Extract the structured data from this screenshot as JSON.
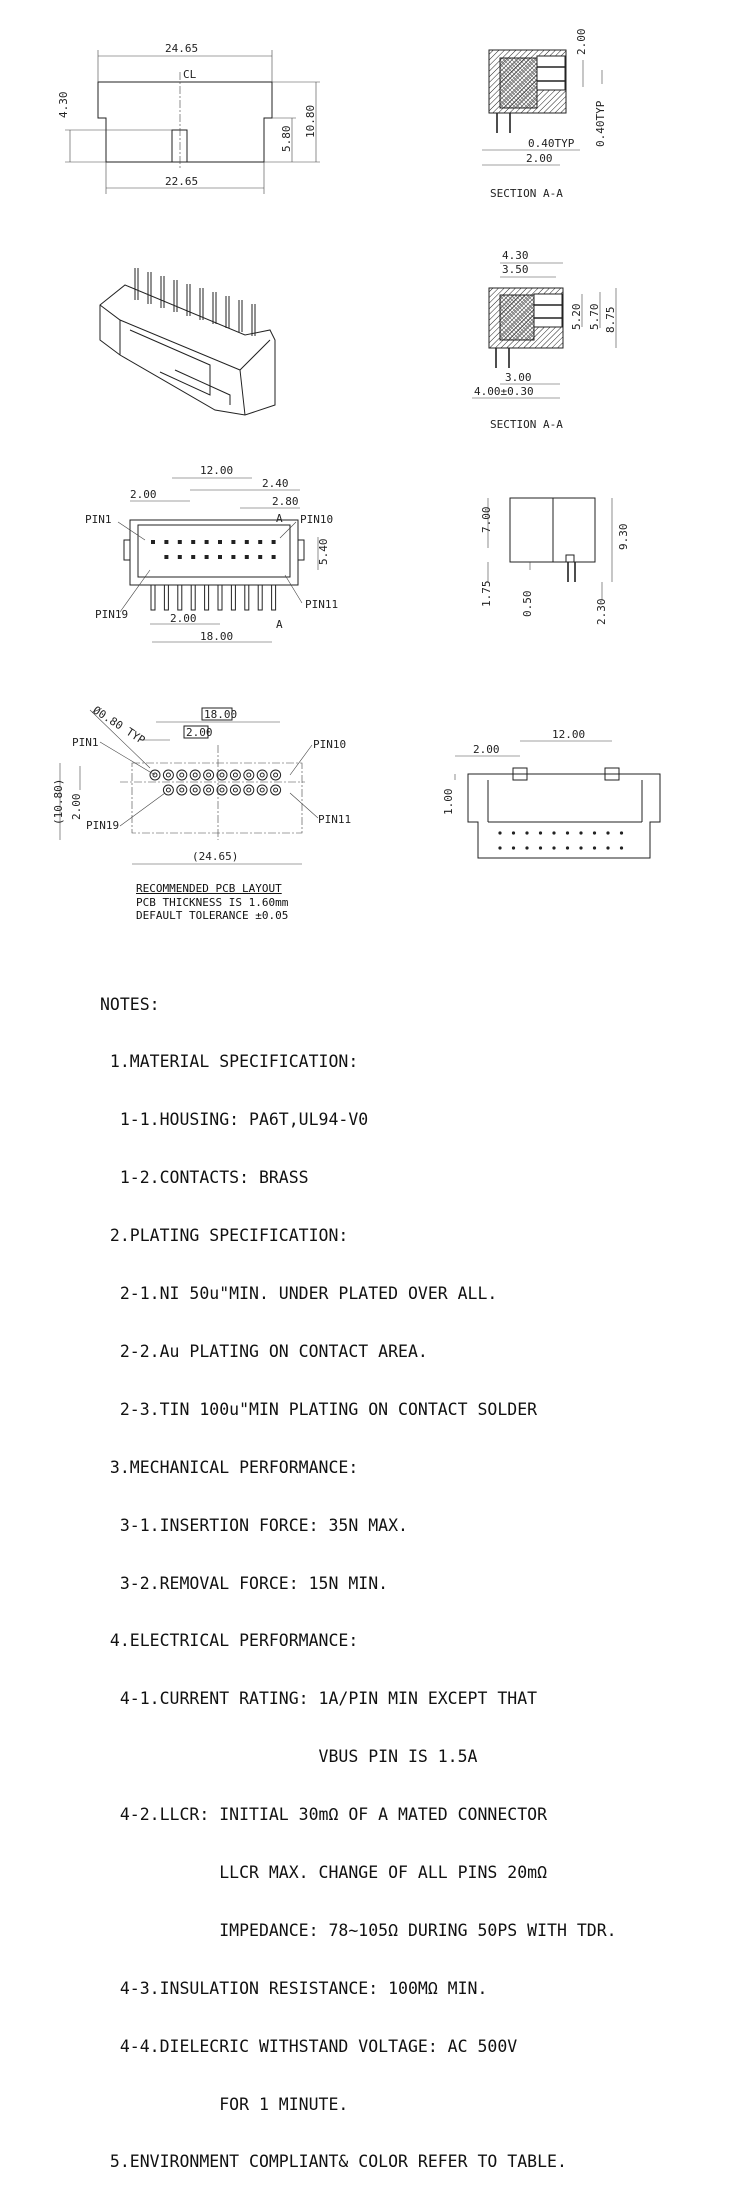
{
  "front_view": {
    "width_top": "24.65",
    "width_bottom": "22.65",
    "centerline": "CL",
    "h_left": "4.30",
    "h_slot": "5.80",
    "h_total": "10.80"
  },
  "section_1": {
    "d_pitch_v": "2.00",
    "d_pin_v": "0.40TYP",
    "d_pin_h": "0.40TYP",
    "d_pitch_h": "2.00",
    "title": "SECTION A-A"
  },
  "section_2": {
    "d_430": "4.30",
    "d_350": "3.50",
    "d_520": "5.20",
    "d_570": "5.70",
    "d_875": "8.75",
    "d_300": "3.00",
    "d_400": "4.00±0.30",
    "title": "SECTION A-A"
  },
  "top_view": {
    "d_1200": "12.00",
    "d_240": "2.40",
    "d_200_top": "2.00",
    "d_280": "2.80",
    "section_mark": "A",
    "pin1": "PIN1",
    "pin10": "PIN10",
    "pin19": "PIN19",
    "pin11": "PIN11",
    "d_540": "5.40",
    "d_200_bottom": "2.00",
    "d_1800": "18.00"
  },
  "side_view": {
    "d_700": "7.00",
    "d_930": "9.30",
    "d_175": "1.75",
    "d_050": "0.50",
    "d_230": "2.30"
  },
  "pcb_layout": {
    "d_1800": "18.00",
    "d_200": "2.00",
    "hole": "Ø0.80 TYP",
    "pin1": "PIN1",
    "pin10": "PIN10",
    "pin19": "PIN19",
    "pin11": "PIN11",
    "d_1080": "(10.80)",
    "d_200_v": "2.00",
    "d_2465": "(24.65)",
    "title": "RECOMMENDED PCB LAYOUT",
    "thickness": "PCB THICKNESS IS 1.60mm",
    "tolerance": "DEFAULT TOLERANCE ±0.05"
  },
  "bottom_view": {
    "d_1200": "12.00",
    "d_200": "2.00",
    "d_100": "1.00"
  },
  "notes": [
    "NOTES:",
    " 1.MATERIAL SPECIFICATION:",
    "  1-1.HOUSING: PA6T,UL94-V0",
    "  1-2.CONTACTS: BRASS",
    " 2.PLATING SPECIFICATION:",
    "  2-1.NI 50u\"MIN. UNDER PLATED OVER ALL.",
    "  2-2.Au PLATING ON CONTACT AREA.",
    "  2-3.TIN 100u\"MIN PLATING ON CONTACT SOLDER",
    " 3.MECHANICAL PERFORMANCE:",
    "  3-1.INSERTION FORCE: 35N MAX.",
    "  3-2.REMOVAL FORCE: 15N MIN.",
    " 4.ELECTRICAL PERFORMANCE:",
    "  4-1.CURRENT RATING: 1A/PIN MIN EXCEPT THAT",
    "                      VBUS PIN IS 1.5A",
    "  4-2.LLCR: INITIAL 30mΩ OF A MATED CONNECTOR",
    "            LLCR MAX. CHANGE OF ALL PINS 20mΩ",
    "            IMPEDANCE: 78~105Ω DURING 50PS WITH TDR.",
    "  4-3.INSULATION RESISTANCE: 100MΩ MIN.",
    "  4-4.DIELECRIC WITHSTAND VOLTAGE: AC 500V",
    "            FOR 1 MINUTE.",
    " 5.ENVIRONMENT COMPLIANT& COLOR REFER TO TABLE."
  ]
}
